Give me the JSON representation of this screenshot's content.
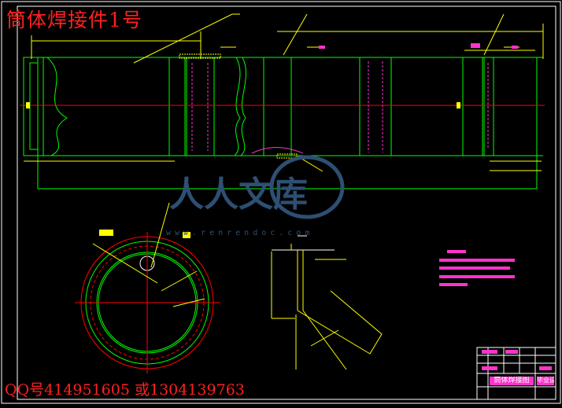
{
  "drawing": {
    "title": "筒体焊接件1号",
    "contact": "QQ号414951605  或1304139763"
  },
  "watermark": {
    "logo_text": "人人文库",
    "url_text": "www.renrendoc.com"
  },
  "title_block": {
    "name": "筒体焊接图",
    "school": "毕业设计"
  },
  "colors": {
    "background": "#000000",
    "frame": "#ffffff",
    "shell": "#00ff00",
    "dimension": "#ffff00",
    "centerline": "#ff0000",
    "note": "#ff33cc",
    "watermark": "#2d4f72"
  }
}
